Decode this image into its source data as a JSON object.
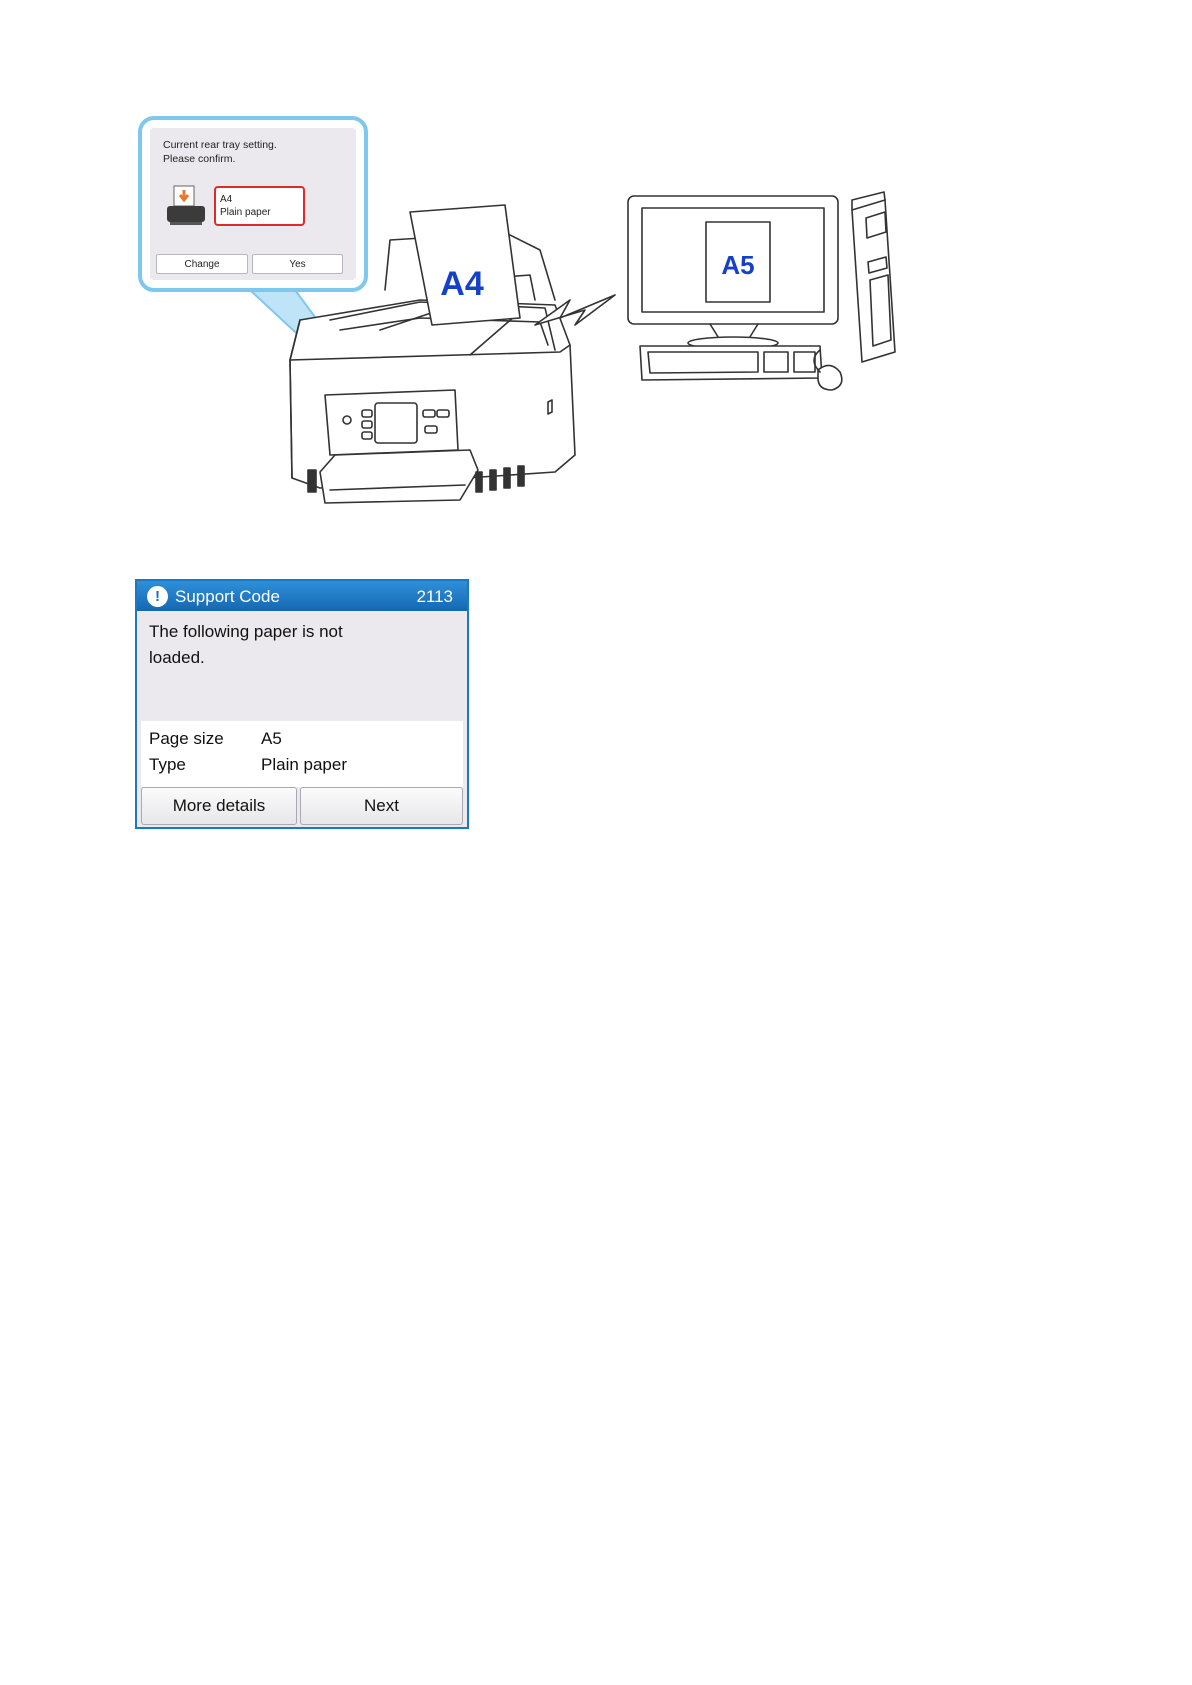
{
  "callout": {
    "message_lines": [
      "Current rear tray setting.",
      "Please confirm."
    ],
    "paper_size": "A4",
    "paper_type": "Plain paper",
    "change_label": "Change",
    "yes_label": "Yes",
    "tray_icon": "rear-tray-icon",
    "highlight_color": "#e02a2a",
    "border_color": "#7ec8ef"
  },
  "illustration": {
    "printer_paper_label": "A4",
    "monitor_paper_label": "A5",
    "label_color": "#1540c8"
  },
  "support_screen": {
    "title": "Support Code",
    "code": "2113",
    "alert_icon": "exclamation-icon",
    "message_lines": [
      "The following paper is not",
      "loaded."
    ],
    "info": [
      {
        "key": "Page size",
        "value": "A5"
      },
      {
        "key": "Type",
        "value": "Plain paper"
      }
    ],
    "more_details_label": "More details",
    "next_label": "Next",
    "header_color": "#1a79c4"
  }
}
